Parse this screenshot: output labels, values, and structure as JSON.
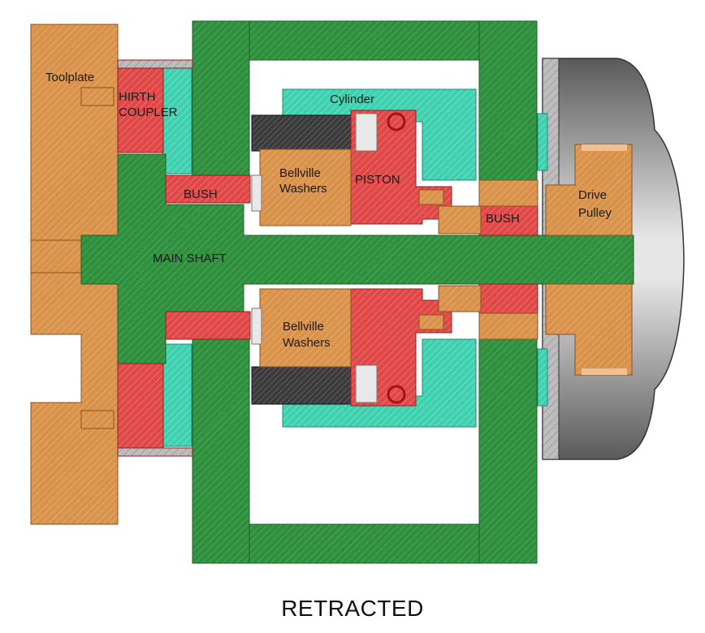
{
  "caption": "RETRACTED",
  "labels": {
    "toolplate": "Toolplate",
    "hirth_line1": "HIRTH",
    "hirth_line2": "COUPLER",
    "cylinder": "Cylinder",
    "bellville_upper_line1": "Bellville",
    "bellville_upper_line2": "Washers",
    "piston": "PISTON",
    "bush_left": "BUSH",
    "bush_right": "BUSH",
    "drive_line1": "Drive",
    "drive_line2": "Pulley",
    "main_shaft": "MAIN SHAFT",
    "bellville_lower_line1": "Bellville",
    "bellville_lower_line2": "Washers"
  },
  "colors": {
    "green": "#2f8f3e",
    "teal": "#3fd0b0",
    "orange": "#d9924a",
    "red": "#e04848",
    "dark": "#3a3a3a",
    "grey": "#8c8c8c"
  }
}
